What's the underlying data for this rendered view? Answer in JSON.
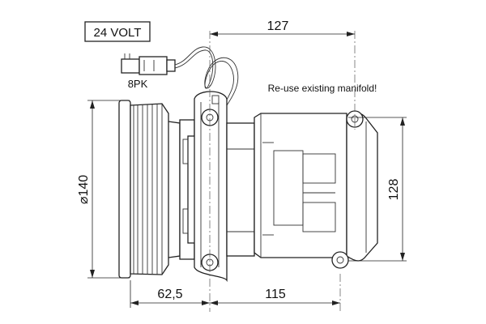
{
  "voltage_label": "24 VOLT",
  "belt_label": "8PK",
  "note": "Re-use existing manifold!",
  "dimensions": {
    "width_top": "127",
    "height_right": "128",
    "pulley_diameter": "⌀140",
    "pulley_offset": "62,5",
    "mount_spacing": "115"
  }
}
